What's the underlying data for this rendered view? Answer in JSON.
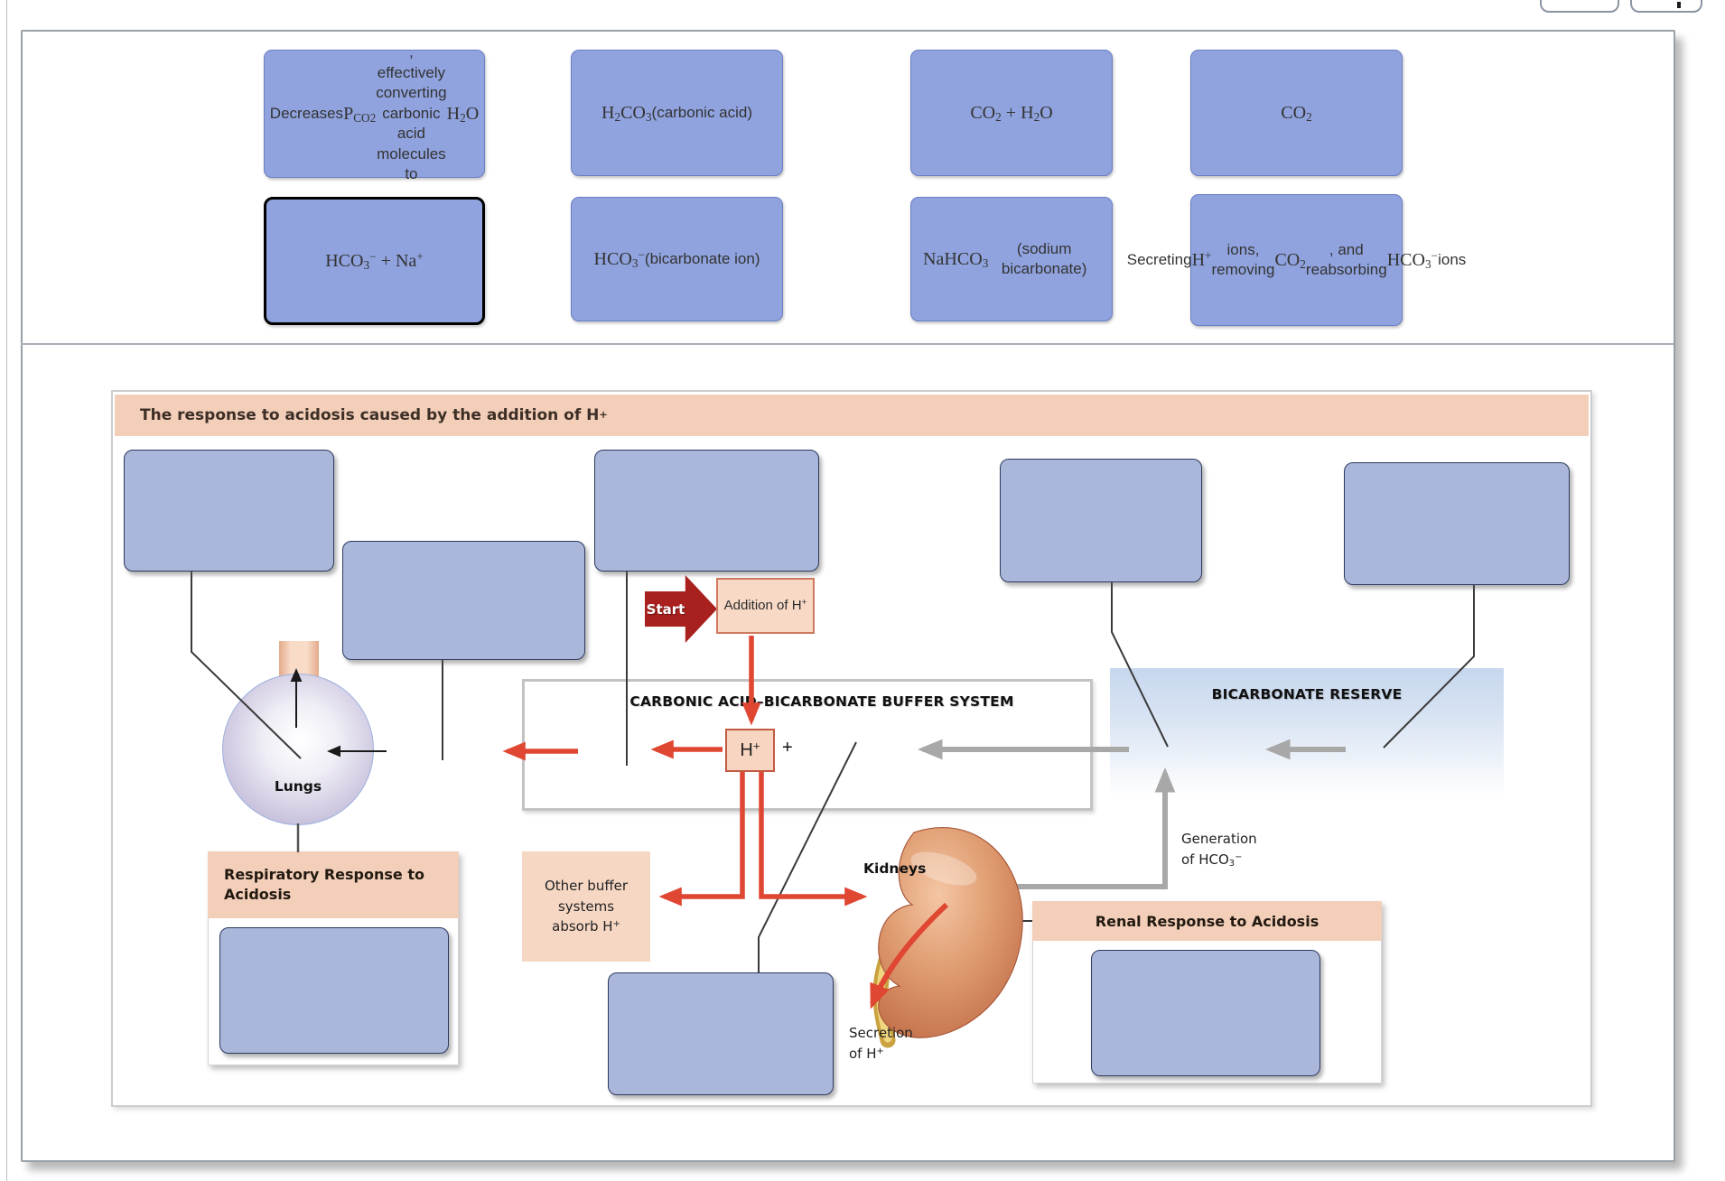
{
  "word_bank": {
    "tiles": [
      {
        "text": "Decreases $P~CO2~$, effectively converting carbonic acid molecules to $H~2~O$",
        "selected": false
      },
      {
        "text": "$H~2~CO~3~$ (carbonic acid)",
        "selected": false
      },
      {
        "text": "$CO~2~ + H~2~O$",
        "selected": false
      },
      {
        "text": "$CO~2~$",
        "selected": false
      },
      {
        "text": "$HCO~3~^−^ + Na^+^$",
        "selected": true
      },
      {
        "text": "$HCO~3~^−^$ (bicarbonate ion)",
        "selected": false
      },
      {
        "text": "$NaHCO~3~$ (sodium bicarbonate)",
        "selected": false
      },
      {
        "text": "Secreting $H^+^$ ions, removing $CO~2~$, and reabsorbing $HCO~3~^−^$ ions",
        "selected": false
      }
    ]
  },
  "figure": {
    "title": "The response to acidosis caused by the addition of H^+^",
    "start_label": "Start",
    "addition_label": "Addition of H^+^",
    "buffer_title": "CARBONIC ACID–BICARBONATE BUFFER SYSTEM",
    "reserve_title": "BICARBONATE RESERVE",
    "h_ion": "H^+^",
    "plus_sign": "+",
    "lungs_label": "Lungs",
    "kidneys_label": "Kidneys",
    "other_buffer_label": "Other buffer systems absorb H^+^",
    "generation_label": "Generation of HCO~3~^−^",
    "secretion_label": "Secretion of H^+^",
    "respiratory_header": "Respiratory Response to Acidosis",
    "renal_header": "Renal Response to Acidosis"
  },
  "theme": {
    "tile-blue": "#90a3de",
    "dz-blue": "#aab6da",
    "peach": "#f3cfba",
    "red": "#e04733",
    "dark-red": "#a8211f",
    "gray-arrow": "#a8a8a8"
  }
}
